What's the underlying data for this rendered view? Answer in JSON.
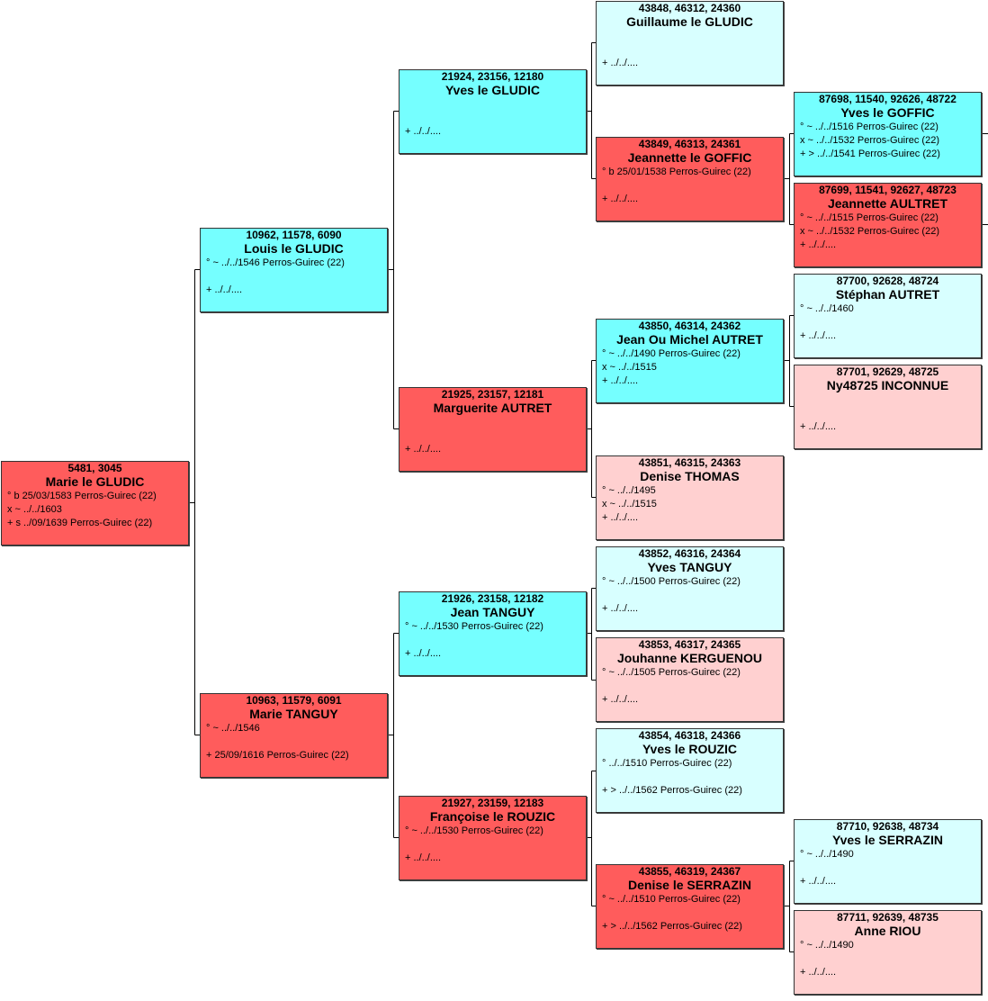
{
  "people": [
    {
      "key": "p1",
      "ids": "5481, 3045",
      "name": "Marie le GLUDIC",
      "lines": [
        "° b 25/03/1583 Perros-Guirec (22)",
        "x ~ ../../1603",
        "+ s ../09/1639 Perros-Guirec (22)"
      ]
    },
    {
      "key": "p2",
      "ids": "10962, 11578, 6090",
      "name": "Louis le GLUDIC",
      "lines": [
        "° ~ ../../1546 Perros-Guirec (22)",
        "",
        "+ ../../...."
      ]
    },
    {
      "key": "p3",
      "ids": "10963, 11579, 6091",
      "name": "Marie TANGUY",
      "lines": [
        "° ~ ../../1546",
        "",
        "+ 25/09/1616 Perros-Guirec (22)"
      ]
    },
    {
      "key": "p4",
      "ids": "21924, 23156, 12180",
      "name": "Yves le GLUDIC",
      "lines": [
        "",
        "",
        "+ ../../...."
      ]
    },
    {
      "key": "p5",
      "ids": "21925, 23157, 12181",
      "name": "Marguerite AUTRET",
      "lines": [
        "",
        "",
        "+ ../../...."
      ]
    },
    {
      "key": "p6",
      "ids": "21926, 23158, 12182",
      "name": "Jean TANGUY",
      "lines": [
        "° ~ ../../1530 Perros-Guirec (22)",
        "",
        "+ ../../...."
      ]
    },
    {
      "key": "p7",
      "ids": "21927, 23159, 12183",
      "name": "Françoise le ROUZIC",
      "lines": [
        "° ~ ../../1530 Perros-Guirec (22)",
        "",
        "+ ../../...."
      ]
    },
    {
      "key": "p8",
      "ids": "43848, 46312, 24360",
      "name": "Guillaume le GLUDIC",
      "lines": [
        "",
        "",
        "+ ../../...."
      ]
    },
    {
      "key": "p9",
      "ids": "43849, 46313, 24361",
      "name": "Jeannette le GOFFIC",
      "lines": [
        "° b 25/01/1538 Perros-Guirec (22)",
        "",
        "+ ../../...."
      ]
    },
    {
      "key": "p10",
      "ids": "43850, 46314, 24362",
      "name": "Jean Ou Michel AUTRET",
      "lines": [
        "° ~ ../../1490 Perros-Guirec (22)",
        "x ~ ../../1515",
        "+ ../../...."
      ]
    },
    {
      "key": "p11",
      "ids": "43851, 46315, 24363",
      "name": "Denise THOMAS",
      "lines": [
        "° ~ ../../1495",
        "x ~ ../../1515",
        "+ ../../...."
      ]
    },
    {
      "key": "p12",
      "ids": "43852, 46316, 24364",
      "name": "Yves TANGUY",
      "lines": [
        "° ~ ../../1500 Perros-Guirec (22)",
        "",
        "+ ../../...."
      ]
    },
    {
      "key": "p13",
      "ids": "43853, 46317, 24365",
      "name": "Jouhanne KERGUENOU",
      "lines": [
        "° ~ ../../1505 Perros-Guirec (22)",
        "",
        "+ ../../...."
      ]
    },
    {
      "key": "p14",
      "ids": "43854, 46318, 24366",
      "name": "Yves le ROUZIC",
      "lines": [
        "° ../../1510 Perros-Guirec (22)",
        "",
        "+ > ../../1562 Perros-Guirec (22)"
      ]
    },
    {
      "key": "p15",
      "ids": "43855, 46319, 24367",
      "name": "Denise le SERRAZIN",
      "lines": [
        "° ~ ../../1510 Perros-Guirec (22)",
        "",
        "+ > ../../1562 Perros-Guirec (22)"
      ]
    },
    {
      "key": "p16",
      "ids": "87698, 11540, 92626, 48722",
      "name": "Yves le GOFFIC",
      "lines": [
        "° ~ ../../1516 Perros-Guirec (22)",
        "x ~ ../../1532 Perros-Guirec (22)",
        "+ > ../../1541 Perros-Guirec (22)"
      ]
    },
    {
      "key": "p17",
      "ids": "87699, 11541, 92627, 48723",
      "name": "Jeannette AULTRET",
      "lines": [
        "° ~ ../../1515 Perros-Guirec (22)",
        "x ~ ../../1532 Perros-Guirec (22)",
        "+ ../../...."
      ]
    },
    {
      "key": "p18",
      "ids": "87700, 92628, 48724",
      "name": "Stéphan AUTRET",
      "lines": [
        "° ~ ../../1460",
        "",
        "+ ../../...."
      ]
    },
    {
      "key": "p19",
      "ids": "87701, 92629, 48725",
      "name": "Ny48725 INCONNUE",
      "lines": [
        "",
        "",
        "+ ../../...."
      ]
    },
    {
      "key": "p20",
      "ids": "87710, 92638, 48734",
      "name": "Yves le SERRAZIN",
      "lines": [
        "° ~ ../../1490",
        "",
        "+ ../../...."
      ]
    },
    {
      "key": "p21",
      "ids": "87711, 92639, 48735",
      "name": "Anne RIOU",
      "lines": [
        "° ~ ../../1490",
        "",
        "+ ../../...."
      ]
    }
  ],
  "colors": {
    "male": "#75ffff",
    "female": "#ff5c5c",
    "male_light": "#d8ffff",
    "female_light": "#ffd0d0",
    "line": "#000000"
  }
}
